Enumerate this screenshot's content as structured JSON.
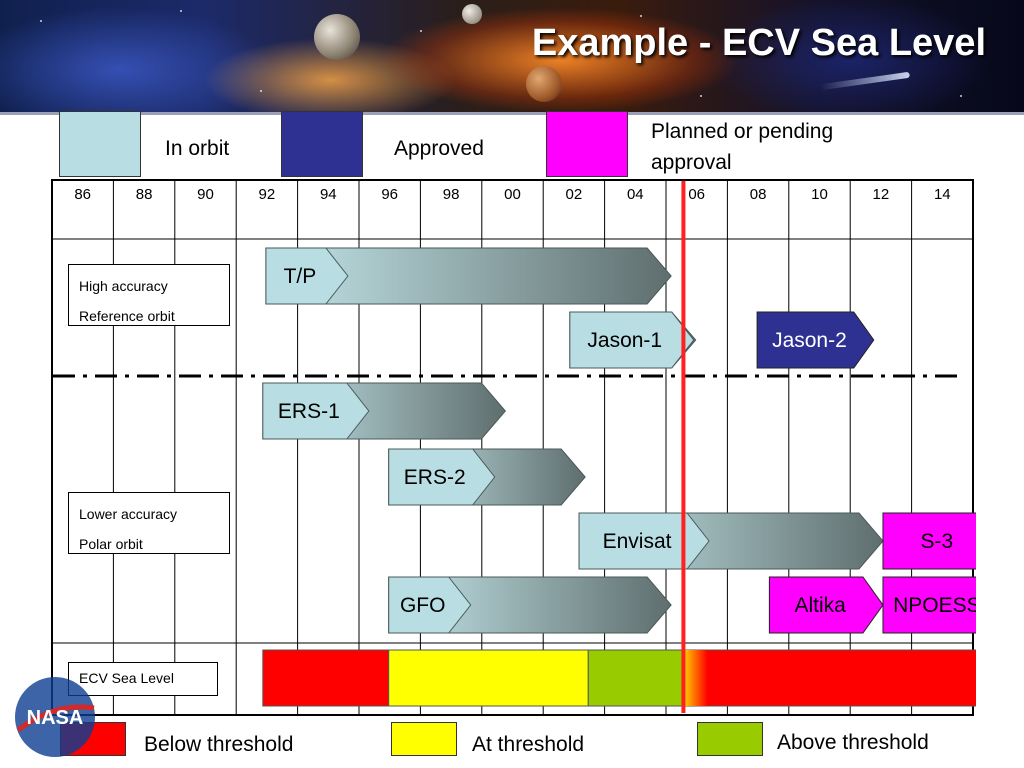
{
  "title": "Example - ECV Sea Level",
  "colors": {
    "in_orbit": "#b8dde2",
    "approved": "#2e3192",
    "planned": "#ff00ff",
    "below_threshold": "#ff0000",
    "at_threshold": "#ffff00",
    "above_threshold": "#99cc00",
    "current_year_line": "#ff2020"
  },
  "status_legend": {
    "in_orbit": "In orbit",
    "approved": "Approved",
    "planned": "Planned or pending approval"
  },
  "years": [
    "86",
    "88",
    "90",
    "92",
    "94",
    "96",
    "98",
    "00",
    "02",
    "04",
    "06",
    "08",
    "10",
    "12",
    "14"
  ],
  "row_labels": {
    "high": [
      "High accuracy",
      "Reference orbit"
    ],
    "lower": [
      "Lower accuracy",
      "Polar orbit"
    ],
    "ecv": "ECV Sea Level"
  },
  "missions": [
    {
      "name": "T/P",
      "status": "in_orbit",
      "start": 1992,
      "end": 2005.2,
      "row": "high"
    },
    {
      "name": "Jason-1",
      "status": "in_orbit",
      "start": 2001.9,
      "end": 2006,
      "row": "high"
    },
    {
      "name": "Jason-2",
      "status": "approved",
      "start": 2008,
      "end": 2011.8,
      "row": "high"
    },
    {
      "name": "ERS-1",
      "status": "in_orbit",
      "start": 1991.9,
      "end": 1999.8,
      "row": "lower"
    },
    {
      "name": "ERS-2",
      "status": "in_orbit",
      "start": 1996,
      "end": 2002.4,
      "row": "lower"
    },
    {
      "name": "Envisat",
      "status": "in_orbit",
      "start": 2002.2,
      "end": 2012.1,
      "row": "lower"
    },
    {
      "name": "S-3",
      "status": "planned",
      "start": 2012.1,
      "end": 2016,
      "row": "lower"
    },
    {
      "name": "GFO",
      "status": "in_orbit",
      "start": 1996,
      "end": 2005.2,
      "row": "lower"
    },
    {
      "name": "Altika",
      "status": "planned",
      "start": 2008.4,
      "end": 2012.1,
      "row": "lower"
    },
    {
      "name": "NPOESS",
      "status": "planned",
      "start": 2012.1,
      "end": 2016,
      "row": "lower"
    }
  ],
  "current_year": 2005.6,
  "ecv_levels": [
    {
      "level": "below_threshold",
      "start": 1991.9,
      "end": 1996
    },
    {
      "level": "at_threshold",
      "start": 1996,
      "end": 2002.5
    },
    {
      "level": "above_threshold",
      "start": 2002.5,
      "end": 2005.6
    },
    {
      "level": "below_threshold",
      "start": 2005.6,
      "end": 2015.9
    }
  ],
  "threshold_legend": {
    "below": "Below threshold",
    "at": "At threshold",
    "above": "Above threshold"
  },
  "logo_text": "NASA"
}
